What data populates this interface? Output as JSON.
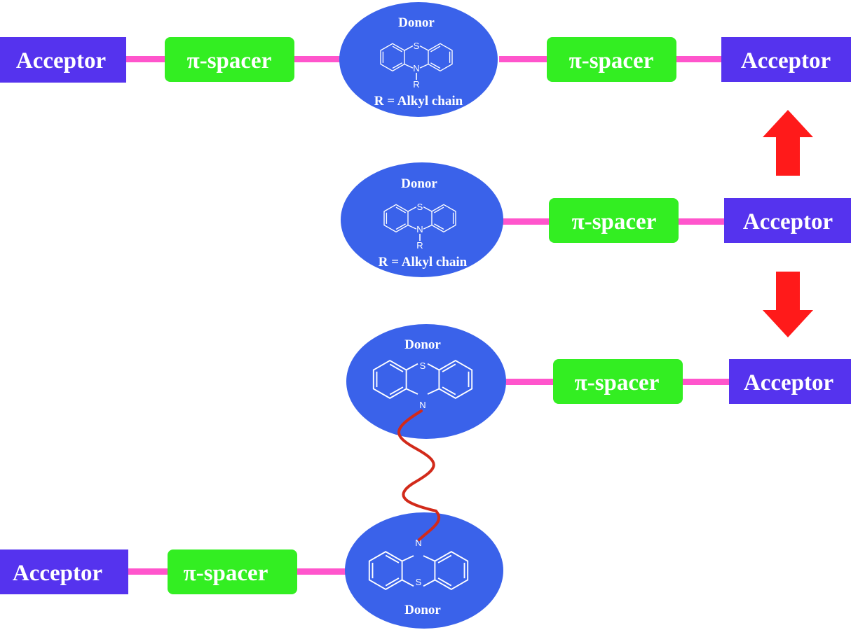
{
  "labels": {
    "acceptor": "Acceptor",
    "spacer": "π-spacer",
    "donor": "Donor",
    "r_alkyl": "R = Alkyl chain",
    "atom_s": "S",
    "atom_n": "N",
    "atom_r": "R"
  },
  "colors": {
    "acceptor": "#5533ee",
    "spacer": "#33ee22",
    "donor": "#3a62ea",
    "connector": "#ff55cc",
    "arrow": "#ff1a1a",
    "alkyl_chain": "#d22a1a"
  },
  "icons": {
    "arrow_up": "red-arrow-up-icon",
    "arrow_down": "red-arrow-down-icon",
    "phenothiazine": "phenothiazine-structure-icon",
    "alkyl_chain": "wavy-alkyl-chain-icon"
  }
}
